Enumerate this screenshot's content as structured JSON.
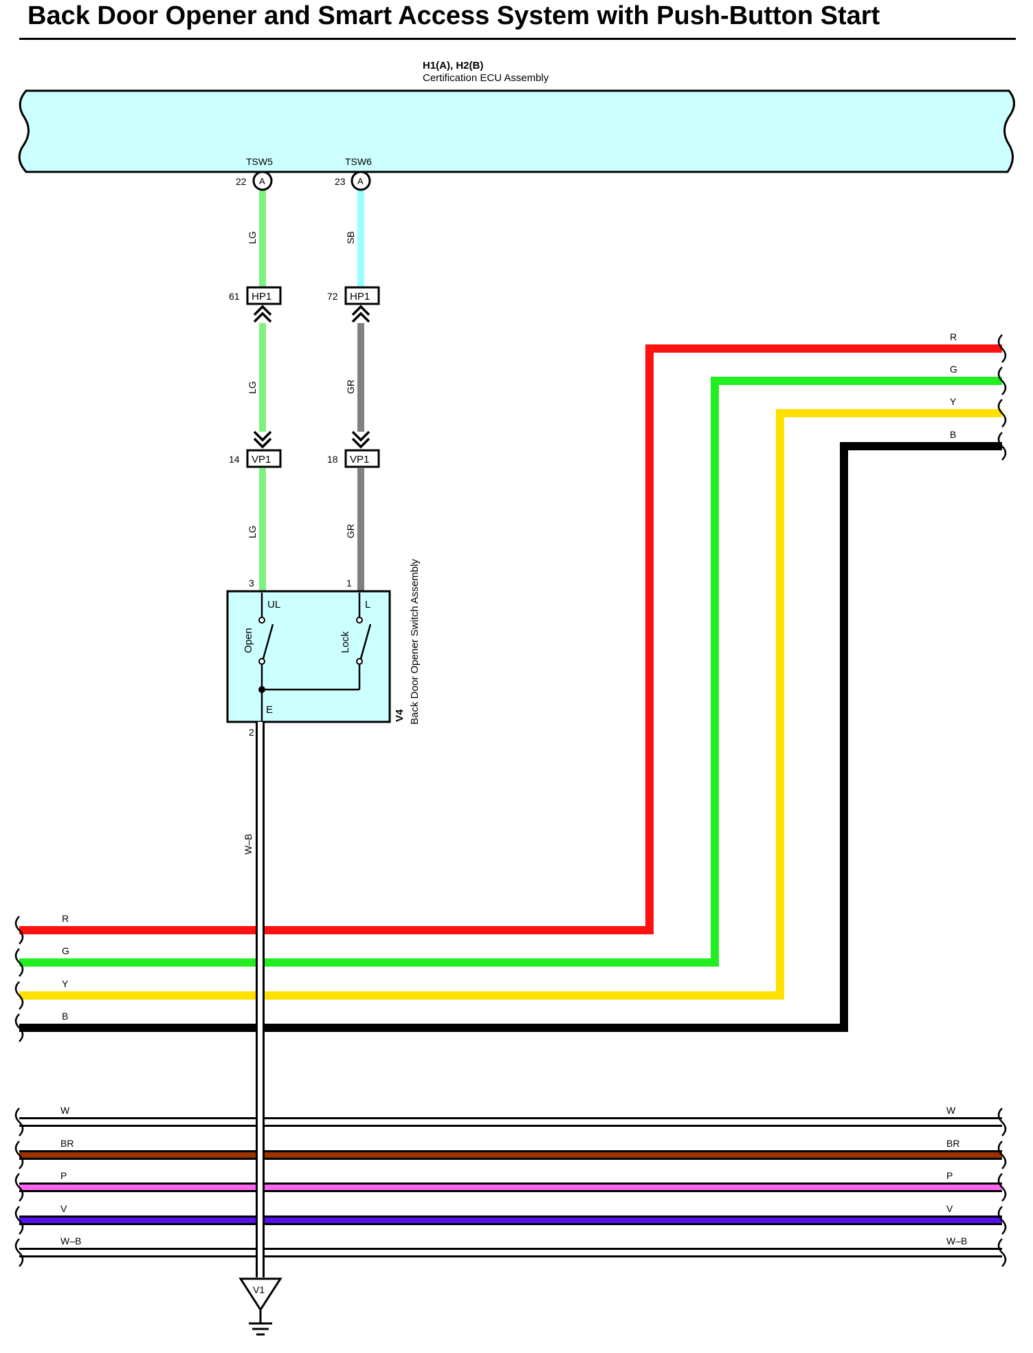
{
  "title": "Back Door Opener and Smart Access System with Push-Button Start",
  "ecu": {
    "ref": "H1(A), H2(B)",
    "name": "Certification ECU Assembly",
    "color": "#ccffff"
  },
  "terminals": [
    {
      "name": "TSW5",
      "pin": "22",
      "tag": "A"
    },
    {
      "name": "TSW6",
      "pin": "23",
      "tag": "A"
    }
  ],
  "wires_upper": [
    {
      "color_code": "LG",
      "hex": "#80f080"
    },
    {
      "color_code": "SB",
      "hex": "#99ffff"
    }
  ],
  "connectors_hp1": [
    {
      "pin": "61",
      "name": "HP1"
    },
    {
      "pin": "72",
      "name": "HP1"
    }
  ],
  "wires_mid": [
    {
      "color_code": "LG",
      "hex": "#80f080"
    },
    {
      "color_code": "GR",
      "hex": "#808080"
    }
  ],
  "connectors_vp1": [
    {
      "pin": "14",
      "name": "VP1"
    },
    {
      "pin": "18",
      "name": "VP1"
    }
  ],
  "wires_lower": [
    {
      "color_code": "LG",
      "hex": "#80f080"
    },
    {
      "color_code": "GR",
      "hex": "#808080"
    }
  ],
  "switch": {
    "ref": "V4",
    "name": "Back Door Opener Switch Assembly",
    "pins": {
      "ul": "3",
      "l": "1",
      "e": "2"
    },
    "terminals": {
      "ul": "UL",
      "l": "L",
      "e": "E"
    },
    "labels": {
      "open": "Open",
      "lock": "Lock"
    },
    "color": "#ccffff"
  },
  "ground_wire": {
    "color_code": "W–B"
  },
  "ground": {
    "ref": "V1"
  },
  "bus_group_1": [
    {
      "left_label": "R",
      "right_label": "R",
      "hex": "#ff1111"
    },
    {
      "left_label": "G",
      "right_label": "G",
      "hex": "#22ee22"
    },
    {
      "left_label": "Y",
      "right_label": "Y",
      "hex": "#ffe000"
    },
    {
      "left_label": "B",
      "right_label": "B",
      "hex": "#000000"
    }
  ],
  "bus_group_2": [
    {
      "left_label": "W",
      "right_label": "W",
      "hex": "#ffffff"
    },
    {
      "left_label": "BR",
      "right_label": "BR",
      "hex": "#993300"
    },
    {
      "left_label": "P",
      "right_label": "P",
      "hex": "#ff66ee"
    },
    {
      "left_label": "V",
      "right_label": "V",
      "hex": "#5511ee"
    },
    {
      "left_label": "W–B",
      "right_label": "W–B",
      "hex": "#ffffff"
    }
  ]
}
